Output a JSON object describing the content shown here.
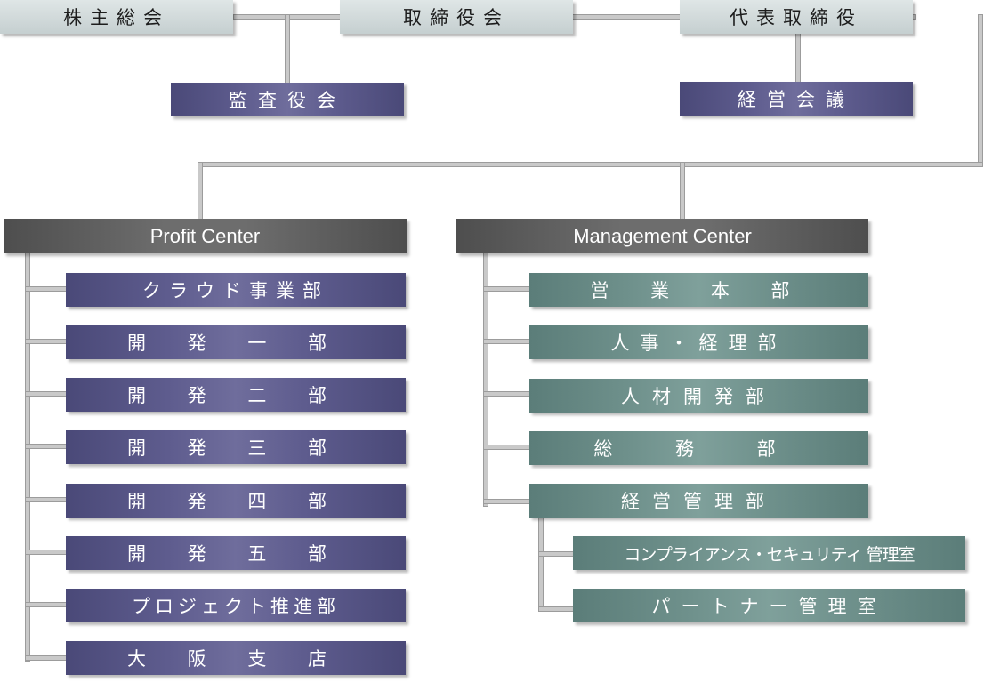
{
  "top": {
    "shareholders": "株主総会",
    "board": "取締役会",
    "representative": "代表取締役"
  },
  "audit": "監査役会",
  "management_meeting": "経営会議",
  "profit_center": {
    "title": "Profit Center",
    "items": [
      "クラウド事業部",
      "開 発 一 部",
      "開 発 二 部",
      "開 発 三 部",
      "開 発 四 部",
      "開 発 五 部",
      "プロジェクト推進部",
      "大 阪 支 店"
    ]
  },
  "management_center": {
    "title": "Management Center",
    "items": [
      "営 業 本 部",
      "人事・経理部",
      "人材開発部",
      "総 務 部",
      "経営管理部"
    ],
    "sub_items": [
      "コンプライアンス・セキュリティ 管理室",
      "パートナー管理室"
    ]
  },
  "colors": {
    "top_box": "#c5cfd0",
    "profit_box": "#5e5c8e",
    "management_box": "#6f918c",
    "center_header": "#5d5d5d",
    "connector": "#c9c9c9"
  }
}
